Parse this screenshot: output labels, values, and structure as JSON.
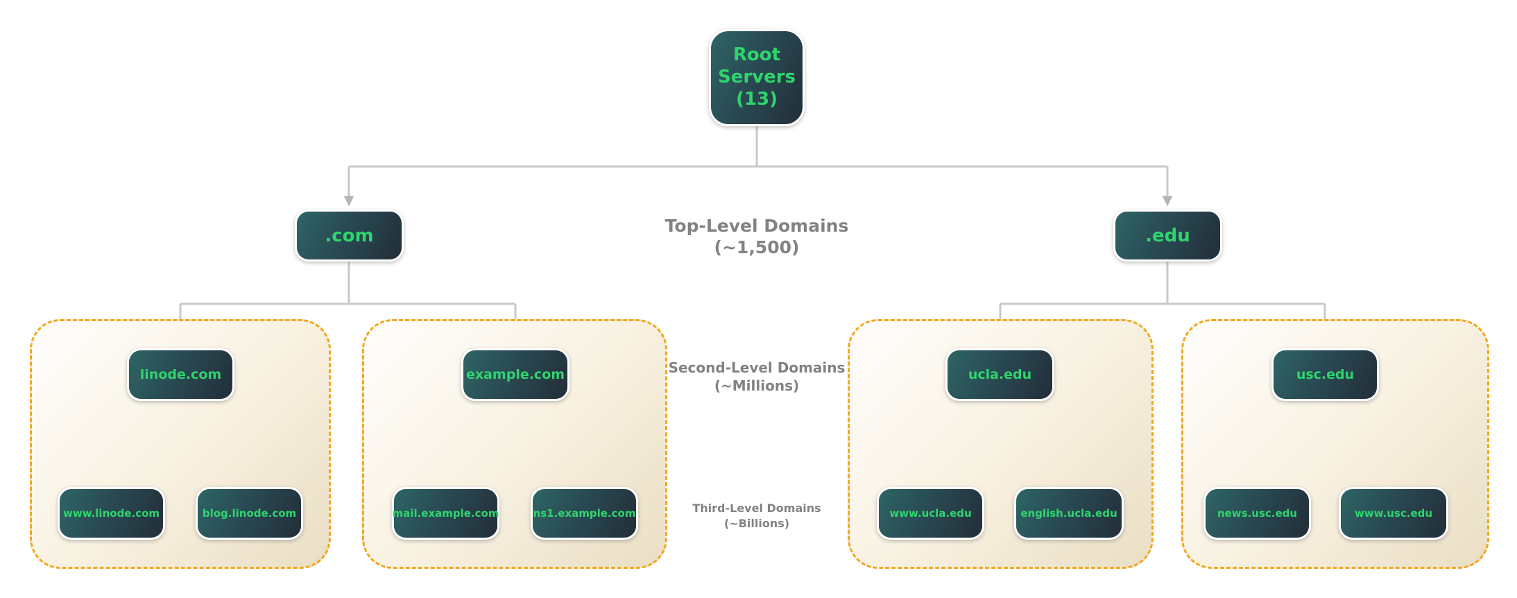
{
  "diagram": {
    "root_node": {
      "line1": "Root",
      "line2": "Servers",
      "line3": "(13)"
    },
    "tld_nodes": {
      "com": ".com",
      "edu": ".edu"
    },
    "level_annotations": {
      "top": {
        "line1": "Top-Level Domains",
        "line2": "(~1,500)"
      },
      "second": {
        "line1": "Second-Level Domains",
        "line2": "(~Millions)"
      },
      "third": {
        "line1": "Third-Level Domains",
        "line2": "(~Billions)"
      }
    },
    "groups": [
      {
        "parent": "linode.com",
        "children": [
          "www.linode.com",
          "blog.linode.com"
        ]
      },
      {
        "parent": "example.com",
        "children": [
          "mail.example.com",
          "ns1.example.com"
        ]
      },
      {
        "parent": "ucla.edu",
        "children": [
          "www.ucla.edu",
          "english.ucla.edu"
        ]
      },
      {
        "parent": "usc.edu",
        "children": [
          "news.usc.edu",
          "www.usc.edu"
        ]
      }
    ],
    "colors": {
      "node_text": "#2fd46d",
      "node_gradient_start": "#2e6565",
      "node_gradient_end": "#232e39",
      "group_border": "#f2a71e",
      "group_background_start": "#fffefd",
      "group_background_end": "#eadec4",
      "connector_line": "#c8c8c8",
      "arrowhead": "#b5b5b5",
      "annotation_text": "#828282",
      "page_background": "#ffffff"
    }
  }
}
